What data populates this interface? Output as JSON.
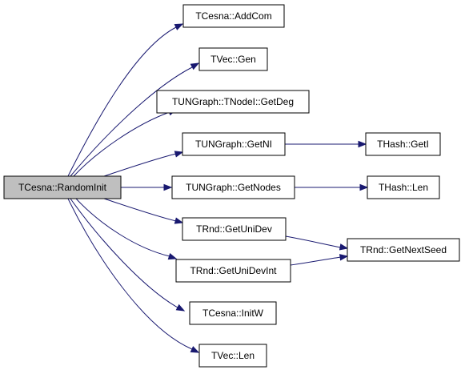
{
  "graph": {
    "colors": {
      "edge": "#191970",
      "root_fill": "#bfbfbf",
      "node_fill": "#ffffff",
      "node_border": "#000000"
    },
    "nodes": [
      {
        "id": "random_init",
        "label": "TCesna::RandomInit",
        "root": true
      },
      {
        "id": "add_com",
        "label": "TCesna::AddCom"
      },
      {
        "id": "vec_gen",
        "label": "TVec::Gen"
      },
      {
        "id": "get_deg",
        "label": "TUNGraph::TNodeI::GetDeg"
      },
      {
        "id": "get_ni",
        "label": "TUNGraph::GetNI"
      },
      {
        "id": "get_nodes",
        "label": "TUNGraph::GetNodes"
      },
      {
        "id": "get_uni_dev",
        "label": "TRnd::GetUniDev"
      },
      {
        "id": "get_uni_dev_int",
        "label": "TRnd::GetUniDevInt"
      },
      {
        "id": "init_w",
        "label": "TCesna::InitW"
      },
      {
        "id": "vec_len",
        "label": "TVec::Len"
      },
      {
        "id": "hash_get_i",
        "label": "THash::GetI"
      },
      {
        "id": "hash_len",
        "label": "THash::Len"
      },
      {
        "id": "get_next_seed",
        "label": "TRnd::GetNextSeed"
      }
    ],
    "edges": [
      {
        "from": "random_init",
        "to": "add_com"
      },
      {
        "from": "random_init",
        "to": "vec_gen"
      },
      {
        "from": "random_init",
        "to": "get_deg"
      },
      {
        "from": "random_init",
        "to": "get_ni"
      },
      {
        "from": "random_init",
        "to": "get_nodes"
      },
      {
        "from": "random_init",
        "to": "get_uni_dev"
      },
      {
        "from": "random_init",
        "to": "get_uni_dev_int"
      },
      {
        "from": "random_init",
        "to": "init_w"
      },
      {
        "from": "random_init",
        "to": "vec_len"
      },
      {
        "from": "get_ni",
        "to": "hash_get_i"
      },
      {
        "from": "get_nodes",
        "to": "hash_len"
      },
      {
        "from": "get_uni_dev",
        "to": "get_next_seed"
      },
      {
        "from": "get_uni_dev_int",
        "to": "get_next_seed"
      }
    ]
  }
}
